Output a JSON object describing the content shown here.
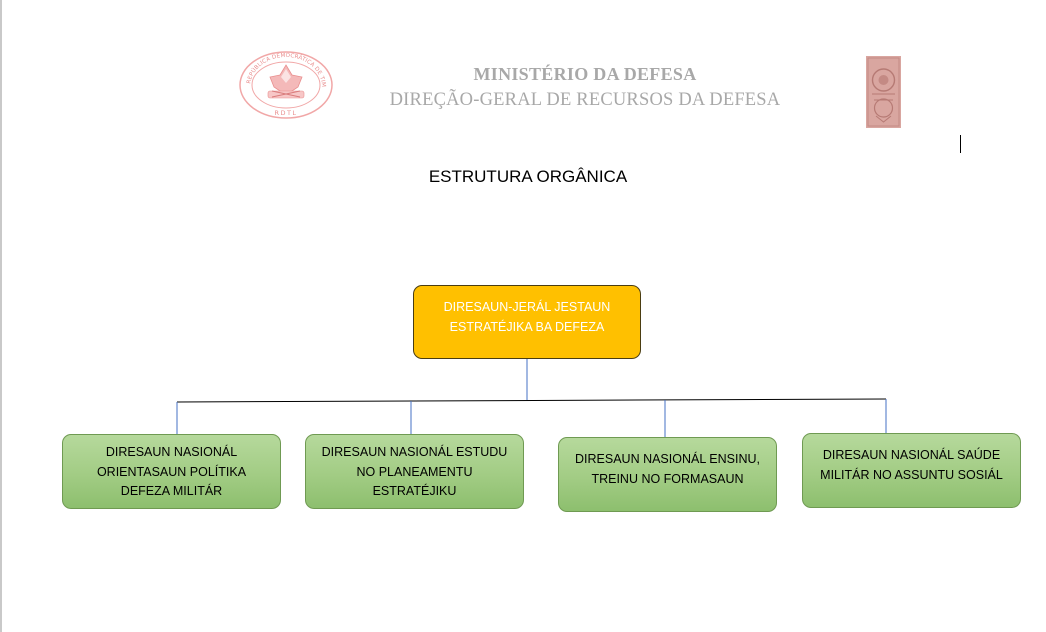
{
  "header": {
    "seal_text": "REPÚBLICA DEMOCRÁTICA DE TIMOR-LESTE",
    "seal_abbrev": "RDTL",
    "line1": "MINISTÉRIO DA DEFESA",
    "line2": "DIREÇÃO-GERAL DE RECURSOS DA DEFESA"
  },
  "document": {
    "title": "ESTRUTURA ORGÂNICA"
  },
  "org_chart": {
    "root": {
      "label": "DIRESAUN-JERÁL JESTAUN ESTRATÉJIKA BA DEFEZA",
      "color": "#ffc000"
    },
    "children": [
      {
        "label": "DIRESAUN NASIONÁL ORIENTASAUN POLÍTIKA DEFEZA MILITÁR"
      },
      {
        "label": "DIRESAUN NASIONÁL ESTUDU NO PLANEAMENTU ESTRATÉJIKU"
      },
      {
        "label": "DIRESAUN NASIONÁL ENSINU, TREINU NO FORMASAUN"
      },
      {
        "label": "DIRESAUN NASIONÁL SAÚDE MILITÁR NO ASSUNTU SOSIÁL"
      }
    ],
    "child_color": "#a2cc84",
    "connector_color": "#4472c4"
  }
}
